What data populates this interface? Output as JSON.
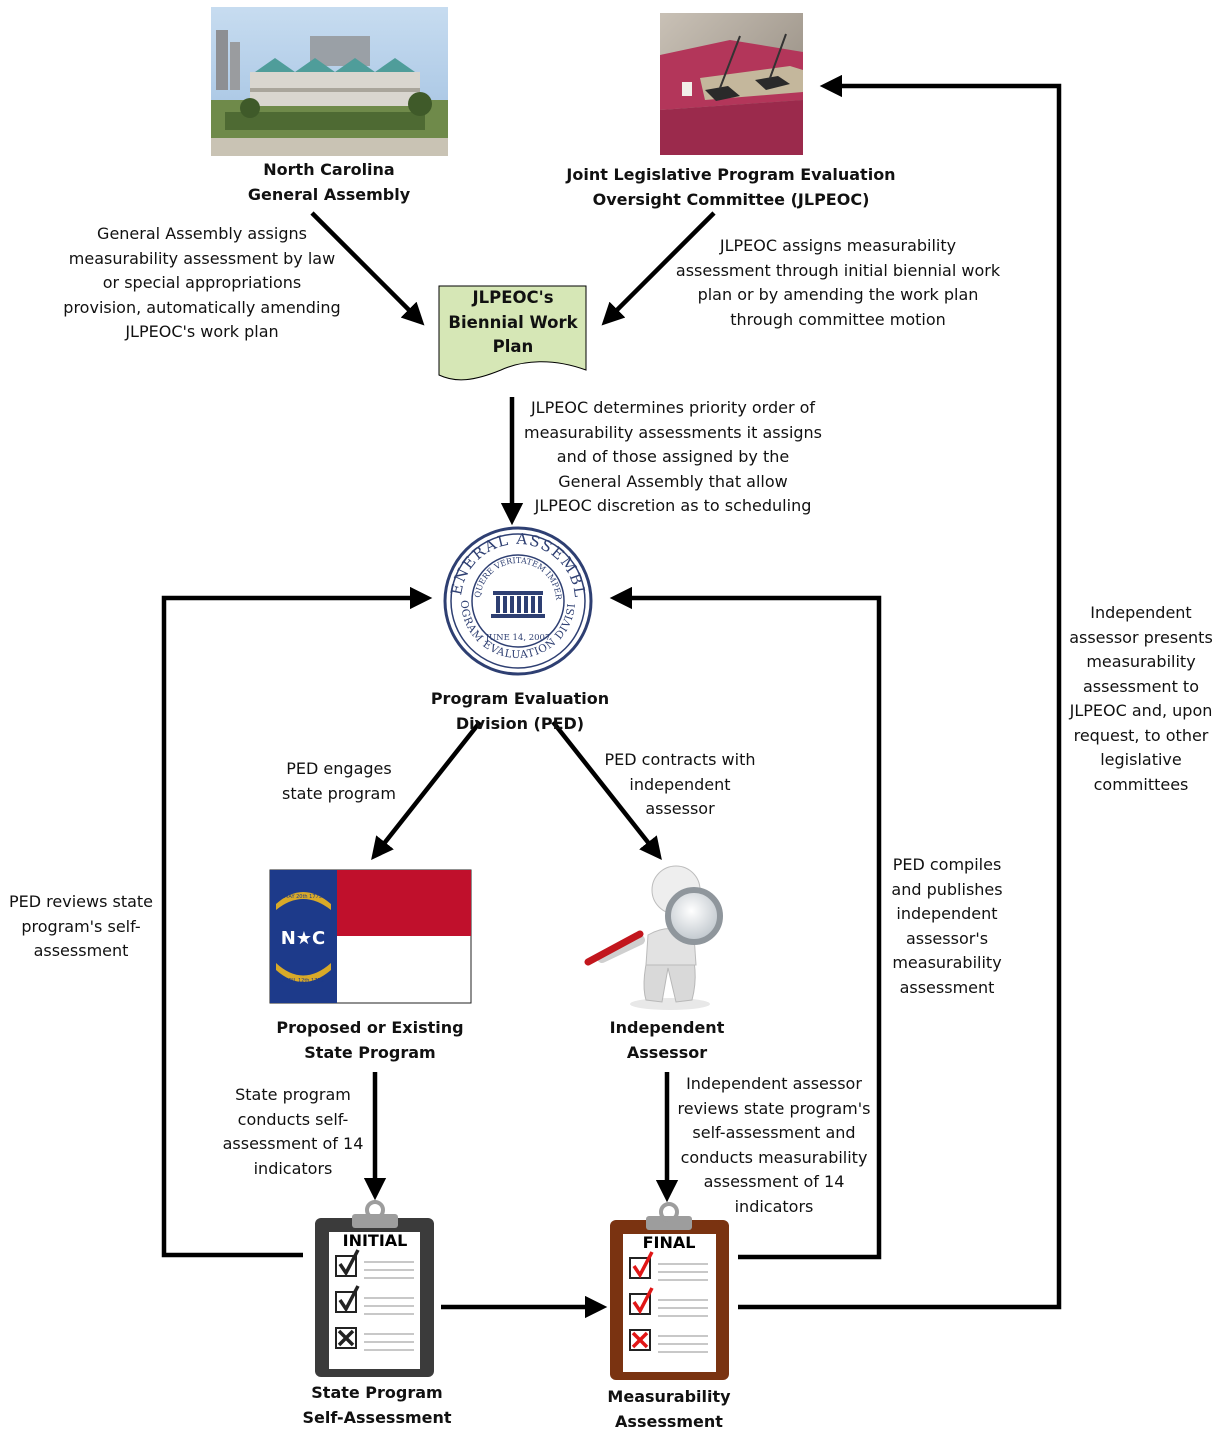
{
  "nodes": {
    "general_assembly": "North Carolina\nGeneral Assembly",
    "jlpeoc": "Joint Legislative Program Evaluation\nOversight Committee (JLPEOC)",
    "work_plan": "JLPEOC's\nBiennial Work\nPlan",
    "ped": "Program Evaluation\nDivision (PED)",
    "state_program": "Proposed or Existing\nState Program",
    "independent_assessor": "Independent\nAssessor",
    "self_assessment": "State Program\nSelf-Assessment",
    "measurability_assessment": "Measurability\nAssessment"
  },
  "clipboards": {
    "initial": "INITIAL",
    "final": "FINAL"
  },
  "seal": {
    "outer_text": "GENERAL ASSEMBLY",
    "motto": "LOQUERE VERITATEM IMPERIO",
    "bottom_text": "PROGRAM EVALUATION DIVISION",
    "date": "JUNE 14, 2007"
  },
  "flag": {
    "top_ribbon": "MAY 20th 1775",
    "bottom_ribbon": "APRIL 12th 1776",
    "letters": "N★C"
  },
  "edge_labels": {
    "ga_assigns": "General Assembly assigns\nmeasurability assessment by law\nor special appropriations\nprovision, automatically amending\nJLPEOC's work plan",
    "jlpeoc_assigns": "JLPEOC assigns measurability\nassessment through initial biennial work\nplan or by amending the work plan\nthrough committee motion",
    "priority": "JLPEOC determines priority order of\nmeasurability assessments it assigns\nand of those assigned by the\nGeneral Assembly that allow\nJLPEOC discretion as to scheduling",
    "ped_engages": "PED engages\nstate program",
    "ped_contracts": "PED contracts with\nindependent\nassessor",
    "ped_reviews": "PED reviews state\nprogram's self-\nassessment",
    "ped_compiles": "PED compiles\nand publishes\nindependent\nassessor's\nmeasurability\nassessment",
    "presents": "Independent\nassessor presents\nmeasurability\nassessment to\nJLPEOC and, upon\nrequest, to other\nlegislative\ncommittees",
    "self_assess": "State program\nconducts self-\nassessment of 14\nindicators",
    "reviews_conducts": "Independent assessor\nreviews state program's\nself-assessment and\nconducts measurability\nassessment of 14\nindicators"
  },
  "colors": {
    "doc_fill": "#d6e7b6",
    "flag_blue": "#1d3a8a",
    "flag_red": "#c0102c",
    "seal_blue": "#2e3f72",
    "initial_frame": "#3b3b3b",
    "final_frame": "#7a3311",
    "check_red": "#e01616"
  }
}
